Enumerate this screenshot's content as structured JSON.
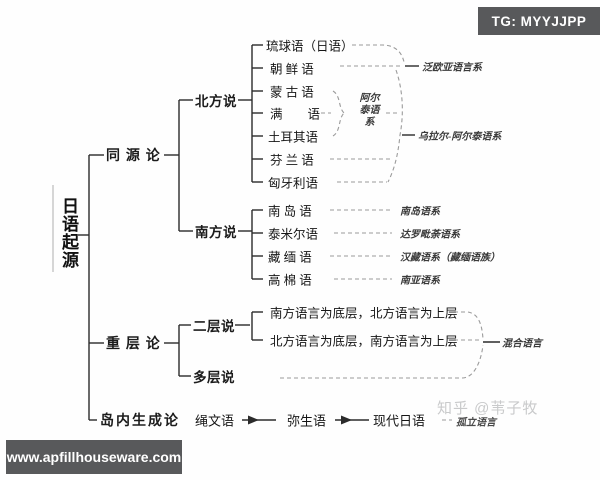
{
  "badges": {
    "telegram": "TG: MYYJJPP",
    "website": "www.apfillhouseware.com"
  },
  "watermark": "知乎 @苇子牧",
  "diagram": {
    "root": "日语起源",
    "homology": {
      "label": "同 源 论",
      "north": {
        "label": "北方说",
        "languages": [
          "琉球语（日语）",
          "朝 鲜 语",
          "蒙 古 语",
          "满　　语",
          "土耳其语",
          "芬 兰 语",
          "匈牙利语"
        ],
        "transeurasian": "泛欧亚语言系",
        "altaic": "阿尔泰语系",
        "ural_altaic": "乌拉尔-阿尔泰语系"
      },
      "south": {
        "label": "南方说",
        "languages": [
          "南 岛 语",
          "泰米尔语",
          "藏 缅 语",
          "高 棉 语"
        ],
        "families": [
          "南岛语系",
          "达罗毗荼语系",
          "汉藏语系（藏缅语族）",
          "南亚语系"
        ]
      }
    },
    "layering": {
      "label": "重 层 论",
      "two_layer": {
        "label": "二层说",
        "options": [
          "南方语言为底层，北方语言为上层",
          "北方语言为底层，南方语言为上层"
        ]
      },
      "multi_layer": "多层说",
      "result": "混合语言"
    },
    "insular": {
      "label": "岛内生成论",
      "stages": [
        "绳文语",
        "弥生语",
        "现代日语"
      ],
      "result": "孤立语言"
    }
  }
}
